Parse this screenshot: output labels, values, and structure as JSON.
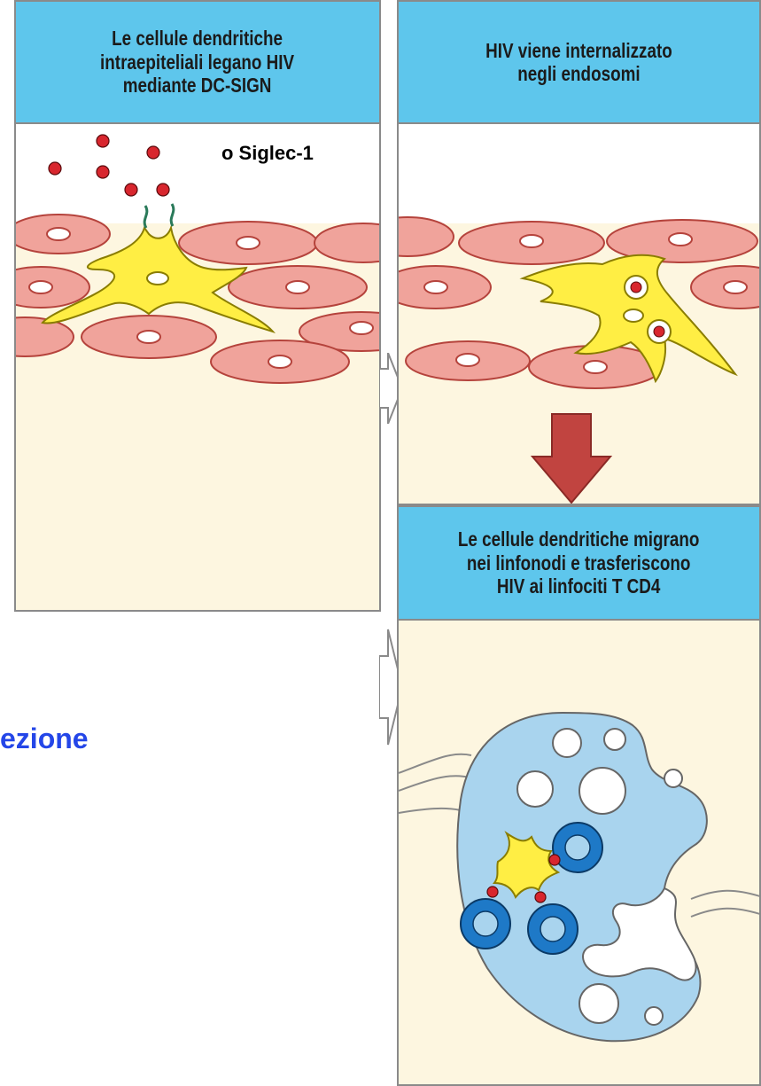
{
  "panels": [
    {
      "header_lines": [
        "Le cellule dendritiche",
        "intraepiteliali legano HIV",
        "mediante DC-SIGN"
      ]
    },
    {
      "header_lines": [
        "HIV viene internalizzato",
        "negli endosomi"
      ]
    },
    {
      "header_lines": [
        "Le cellule dendritiche migrano",
        "nei linfonodi e trasferiscono",
        "HIV ai linfociti T CD4"
      ]
    }
  ],
  "annotation": "o Siglec-1",
  "side_text": "ezione",
  "colors": {
    "header_bg": "#5ec6ec",
    "panel_bg": "#fdf6e0",
    "epithelial_cell": "#f0a39b",
    "dendritic_cell": "#ffee44",
    "virus": "#d8262e",
    "lymph_node": "#a9d4ee",
    "t_cell": "#1e79c7",
    "down_arrow": "#c14440",
    "side_text": "#2446e8"
  }
}
